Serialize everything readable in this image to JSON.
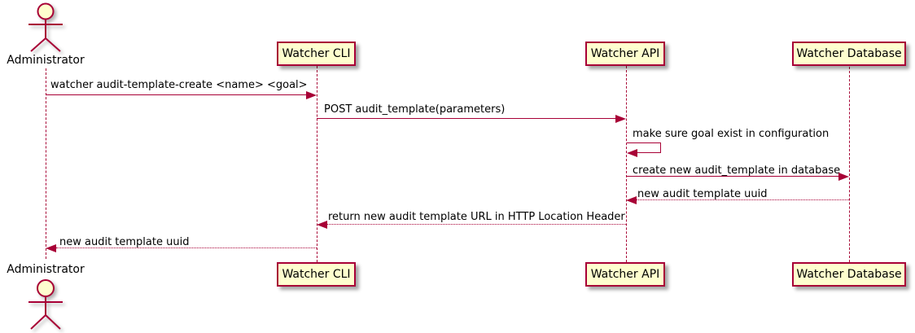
{
  "colors": {
    "accent": "#A80036",
    "participant_fill": "#FEFECE",
    "text": "#000000",
    "background": "#FFFFFF"
  },
  "actor": {
    "label": "Administrator"
  },
  "participants": [
    {
      "label": "Watcher CLI"
    },
    {
      "label": "Watcher API"
    },
    {
      "label": "Watcher Database"
    }
  ],
  "messages": [
    {
      "from": "Administrator",
      "to": "Watcher CLI",
      "style": "solid",
      "text": "watcher audit-template-create <name> <goal>"
    },
    {
      "from": "Watcher CLI",
      "to": "Watcher API",
      "style": "solid",
      "text": "POST audit_template(parameters)"
    },
    {
      "from": "Watcher API",
      "to": "Watcher API",
      "style": "self",
      "text": "make sure goal exist in configuration"
    },
    {
      "from": "Watcher API",
      "to": "Watcher Database",
      "style": "solid",
      "text": "create new audit_template in database"
    },
    {
      "from": "Watcher Database",
      "to": "Watcher API",
      "style": "dashed",
      "text": "new audit template uuid"
    },
    {
      "from": "Watcher API",
      "to": "Watcher CLI",
      "style": "dashed",
      "text": "return new audit template URL in HTTP Location Header"
    },
    {
      "from": "Watcher CLI",
      "to": "Administrator",
      "style": "dashed",
      "text": "new audit template uuid"
    }
  ]
}
